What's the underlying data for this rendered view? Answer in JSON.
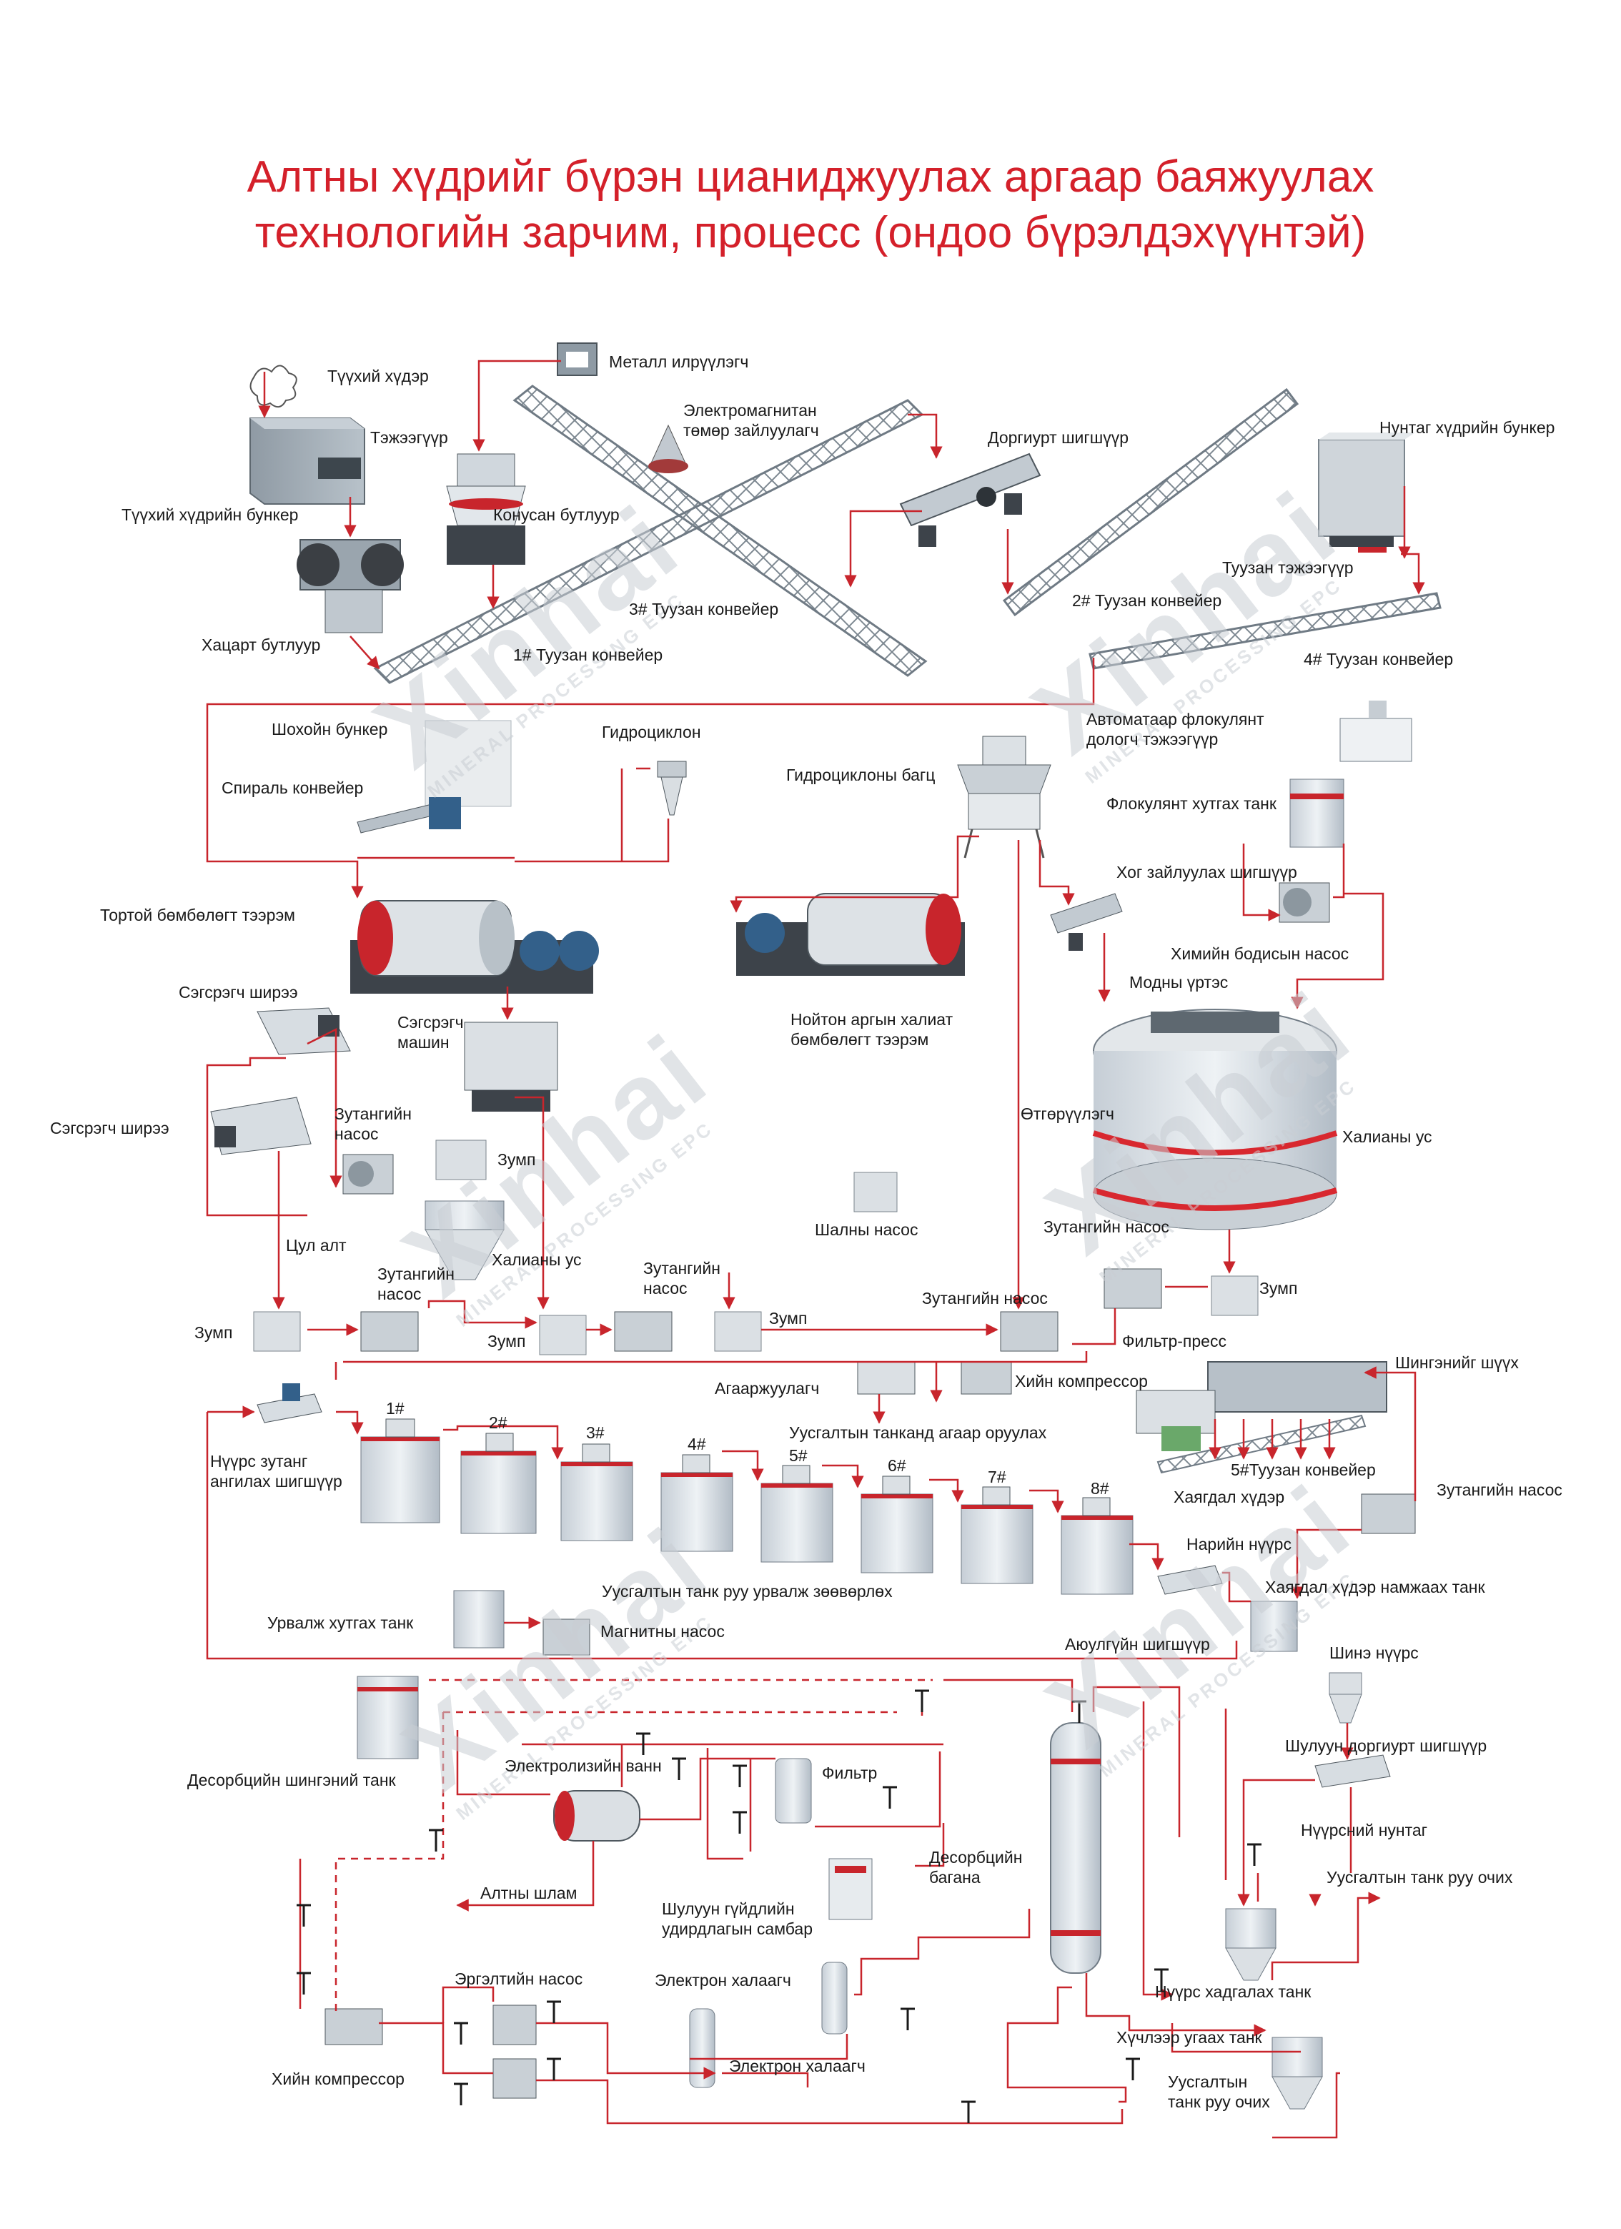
{
  "title": {
    "line1": "Алтны хүдрийг бүрэн цианиджуулах аргаар баяжуулах",
    "line2": "технологийн зарчим, процесс (ондоо бүрэлдэхүүнтэй)"
  },
  "watermark": {
    "brand": "Xinhai",
    "sub": "MINERAL PROCESSING EPC"
  },
  "labels": {
    "raw_ore": "Түүхий хүдэр",
    "metal_detector": "Металл илрүүлэгч",
    "feeder": "Тэжээгүүр",
    "electromagnetic_iron_remover_1": "Электромагнитан",
    "electromagnetic_iron_remover_2": "төмөр зайлуулагч",
    "vibrating_screen": "Доргиурт шигшүүр",
    "fine_ore_bin": "Нунтаг хүдрийн бункер",
    "raw_ore_bin": "Түүхий хүдрийн бункер",
    "cone_crusher": "Конусан бутлуур",
    "belt_feeder": "Туузан тэжээгүүр",
    "conveyor_3": "3# Туузан конвейер",
    "conveyor_2": "2# Туузан конвейер",
    "jaw_crusher": "Хацарт бутлуур",
    "conveyor_1": "1# Туузан конвейер",
    "conveyor_4": "4# Туузан конвейер",
    "auto_flocculant_1": "Автоматаар флокулянт",
    "auto_flocculant_2": "дологч тэжээгүүр",
    "lime_bin": "Шохойн бункер",
    "hydrocyclone": "Гидроциклон",
    "hydrocyclone_group": "Гидроциклоны багц",
    "spiral_conveyor": "Спираль конвейер",
    "flocculant_tank": "Флокулянт хутгах танк",
    "trash_screen": "Хог зайлуулах шигшүүр",
    "rod_ball_mill": "Тортой бөмбөлөгт тээрэм",
    "chemical_pump": "Химийн бодисын насос",
    "wood_chips": "Модны үртэс",
    "shaking_table_top": "Сэгсрэгч ширээ",
    "shaking_machine_1": "Сэгсрэгч",
    "shaking_machine_2": "машин",
    "wet_overflow_mill_1": "Нойтон аргын халиат",
    "wet_overflow_mill_2": "бөмбөлөгт тээрэм",
    "thickener": "Өтгөрүүлэгч",
    "shaking_table_left": "Сэгсрэгч ширээ",
    "slurry_pump_a1": "Зутангийн",
    "slurry_pump_a2": "насос",
    "sump_a": "Зумп",
    "overflow_water_right": "Халианы ус",
    "floor_pump": "Шалны насос",
    "pure_gold": "Цул алт",
    "overflow_water_mid": "Халианы ус",
    "slurry_pump_b1": "Зутангийн",
    "slurry_pump_b2": "насос",
    "slurry_pump_c1": "Зутангийн",
    "slurry_pump_c2": "насос",
    "slurry_pump_right": "Зутангийн насос",
    "sump_right": "Зумп",
    "sump_left": "Зумп",
    "sump_mid1": "Зумп",
    "sump_mid2": "Зумп",
    "slurry_pump_d": "Зутангийн насос",
    "filter_press": "Фильтр-пресс",
    "aerator": "Агааржуулагч",
    "air_compressor_top": "Хийн компрессор",
    "filtrate_drain": "Шингэнийг шүүх",
    "carbon_screen_1": "Нүүрс зутанг",
    "carbon_screen_2": "ангилах шигшүүр",
    "aerate_leach": "Уусгалтын танканд агаар оруулах",
    "conveyor_5": "5#Туузан конвейер",
    "tank_1": "1#",
    "tank_2": "2#",
    "tank_3": "3#",
    "tank_4": "4#",
    "tank_5": "5#",
    "tank_6": "6#",
    "tank_7": "7#",
    "tank_8": "8#",
    "tailings": "Хаягдал хүдэр",
    "slurry_pump_e": "Зутангийн насос",
    "fine_carbon": "Нарийн нүүрс",
    "reagent_to_leach": "Уусгалтын танк руу урвалж зөөвөрлөх",
    "tailings_tank": "Хаягдал хүдэр намжаах танк",
    "reagent_tank": "Урвалж хутгах танк",
    "magnetic_pump": "Магнитны насос",
    "safety_screen": "Аюулгүйн шигшүүр",
    "new_carbon": "Шинэ нүүрс",
    "desorption_liquid_tank": "Десорбцийн шингэний танк",
    "electrolysis_cell": "Электролизийн ванн",
    "filter": "Фильтр",
    "linear_vib_screen": "Шулуун доргиурт шигшүүр",
    "desorption_column_1": "Десорбцийн",
    "desorption_column_2": "багана",
    "carbon_powder": "Нүүрсний нунтаг",
    "gold_mud": "Алтны шлам",
    "to_leach_tank_1": "Уусгалтын танк руу очих",
    "control_panel_1": "Шулуун гүйдлийн",
    "control_panel_2": "удирдлагын самбар",
    "circulation_pump": "Эргэлтийн насос",
    "electric_heater_1": "Электрон халаагч",
    "carbon_storage_tank": "Нүүрс хадгалах танк",
    "electric_heater_2": "Электрон халаагч",
    "acid_wash_tank": "Хүчлээр угаах танк",
    "air_compressor_bottom": "Хийн компрессор",
    "to_leach_tank_2a": "Уусгалтын",
    "to_leach_tank_2b": "танк руу очих"
  },
  "colors": {
    "title": "#d4202a",
    "flow_line": "#c8252c",
    "equipment": "#a9b4be",
    "accent_red": "#d8282f"
  }
}
